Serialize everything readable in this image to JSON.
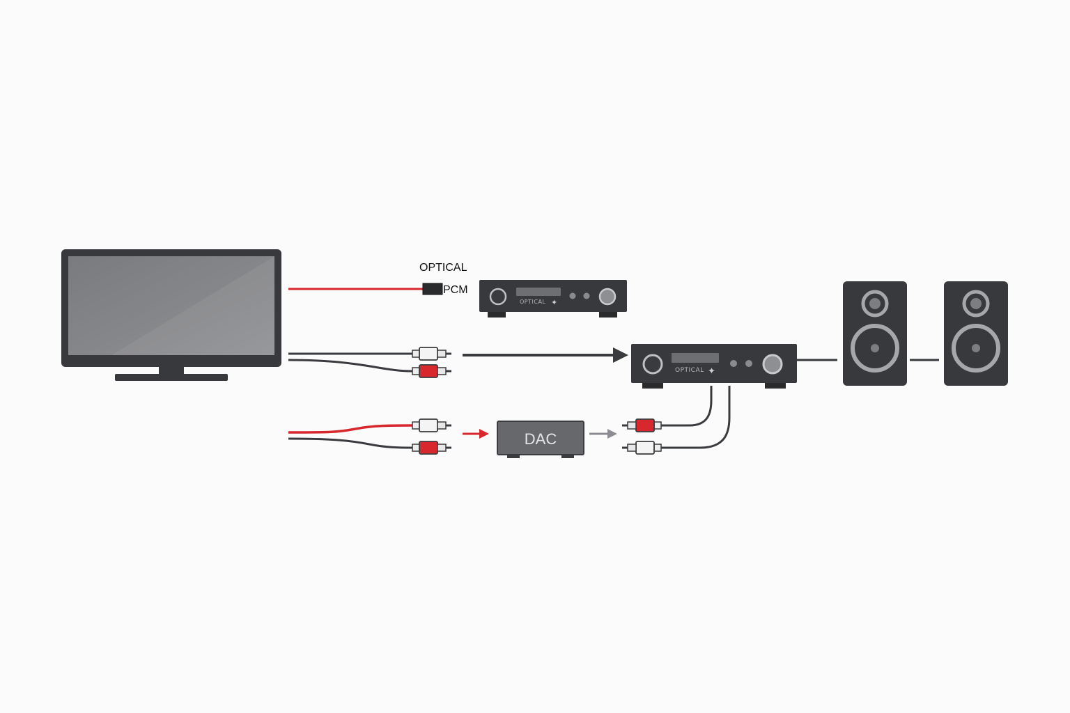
{
  "labels": {
    "optical": "OPTICAL",
    "pcm": "PCM",
    "dac": "DAC",
    "receiver_panel_small": "OPTICAL",
    "receiver_panel_main": "OPTICAL"
  },
  "colors": {
    "device": "#37393c",
    "screen": "#7e7f82",
    "red_cable": "#d8282e",
    "dark_cable": "#3a3b3e",
    "arrow_gray": "#8c8c92",
    "rca_white": "#f2f2f2",
    "rca_red": "#d8282e",
    "dac_body": "#67686c"
  },
  "icons": [
    "tv-icon",
    "receiver-icon",
    "rca-connector-icon",
    "optical-connector-icon",
    "arrow-icon",
    "dac-icon",
    "speaker-icon"
  ]
}
